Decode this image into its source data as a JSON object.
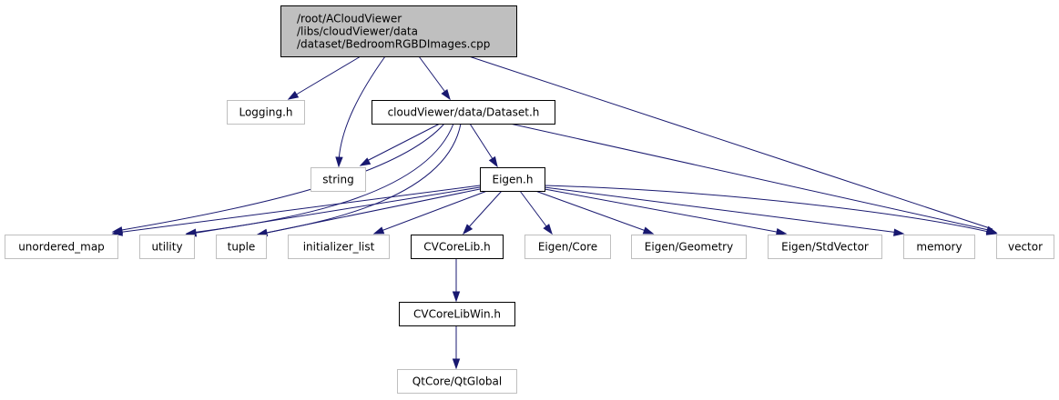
{
  "colors": {
    "edge": "#191970",
    "root_fill": "#bfbfbf",
    "node_border_documented": "#000000",
    "node_border_external": "#bfbfbf",
    "text": "#000000"
  },
  "nodes": {
    "root": {
      "lines": [
        "/root/ACloudViewer",
        "/libs/cloudViewer/data",
        "/dataset/BedroomRGBDImages.cpp"
      ],
      "kind": "root"
    },
    "logging": {
      "lines": [
        "Logging.h"
      ],
      "kind": "external"
    },
    "dataset_h": {
      "lines": [
        "cloudViewer/data/Dataset.h"
      ],
      "kind": "documented"
    },
    "string": {
      "lines": [
        "string"
      ],
      "kind": "external"
    },
    "eigen_h": {
      "lines": [
        "Eigen.h"
      ],
      "kind": "documented"
    },
    "unordered_map": {
      "lines": [
        "unordered_map"
      ],
      "kind": "external"
    },
    "utility": {
      "lines": [
        "utility"
      ],
      "kind": "external"
    },
    "tuple": {
      "lines": [
        "tuple"
      ],
      "kind": "external"
    },
    "initializer_list": {
      "lines": [
        "initializer_list"
      ],
      "kind": "external"
    },
    "cvcorelib": {
      "lines": [
        "CVCoreLib.h"
      ],
      "kind": "documented"
    },
    "eigen_core": {
      "lines": [
        "Eigen/Core"
      ],
      "kind": "external"
    },
    "eigen_geometry": {
      "lines": [
        "Eigen/Geometry"
      ],
      "kind": "external"
    },
    "eigen_stdvector": {
      "lines": [
        "Eigen/StdVector"
      ],
      "kind": "external"
    },
    "memory": {
      "lines": [
        "memory"
      ],
      "kind": "external"
    },
    "vector": {
      "lines": [
        "vector"
      ],
      "kind": "external"
    },
    "cvcorelibwin": {
      "lines": [
        "CVCoreLibWin.h"
      ],
      "kind": "documented"
    },
    "qtglobal": {
      "lines": [
        "QtCore/QtGlobal"
      ],
      "kind": "external"
    }
  },
  "edges": [
    [
      "root",
      "logging"
    ],
    [
      "root",
      "dataset_h"
    ],
    [
      "root",
      "string"
    ],
    [
      "root",
      "vector"
    ],
    [
      "dataset_h",
      "string"
    ],
    [
      "dataset_h",
      "eigen_h"
    ],
    [
      "dataset_h",
      "unordered_map"
    ],
    [
      "dataset_h",
      "utility"
    ],
    [
      "dataset_h",
      "tuple"
    ],
    [
      "dataset_h",
      "vector"
    ],
    [
      "eigen_h",
      "unordered_map"
    ],
    [
      "eigen_h",
      "utility"
    ],
    [
      "eigen_h",
      "tuple"
    ],
    [
      "eigen_h",
      "initializer_list"
    ],
    [
      "eigen_h",
      "cvcorelib"
    ],
    [
      "eigen_h",
      "eigen_core"
    ],
    [
      "eigen_h",
      "eigen_geometry"
    ],
    [
      "eigen_h",
      "eigen_stdvector"
    ],
    [
      "eigen_h",
      "memory"
    ],
    [
      "eigen_h",
      "vector"
    ],
    [
      "cvcorelib",
      "cvcorelibwin"
    ],
    [
      "cvcorelibwin",
      "qtglobal"
    ]
  ]
}
